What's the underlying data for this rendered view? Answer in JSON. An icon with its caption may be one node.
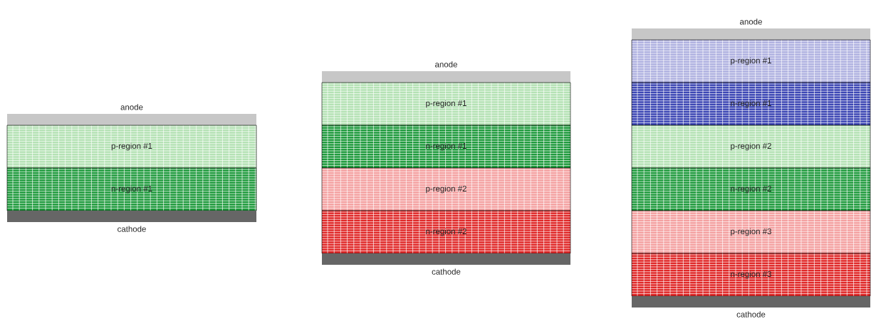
{
  "diagram": {
    "nodes": [
      {
        "text": [
          "anode"
        ]
      },
      {
        "text": [
          "p-region #1"
        ]
      },
      {
        "text": [
          "n-region #1"
        ]
      },
      {
        "text": [
          "cathode"
        ]
      },
      {
        "text": [
          "anode"
        ]
      },
      {
        "text": [
          "p-region #1"
        ]
      },
      {
        "text": [
          "n-region #1"
        ]
      },
      {
        "text": [
          "p-region #2"
        ]
      },
      {
        "text": [
          "n-region #2"
        ]
      },
      {
        "text": [
          "cathode"
        ]
      },
      {
        "text": [
          "anode"
        ]
      },
      {
        "text": [
          "p-region #1"
        ]
      },
      {
        "text": [
          "n-region #1"
        ]
      },
      {
        "text": [
          "p-region #2"
        ]
      },
      {
        "text": [
          "n-region #2"
        ]
      },
      {
        "text": [
          "p-region #3"
        ]
      },
      {
        "text": [
          "n-region #3"
        ]
      },
      {
        "text": [
          "cathode"
        ]
      }
    ]
  }
}
